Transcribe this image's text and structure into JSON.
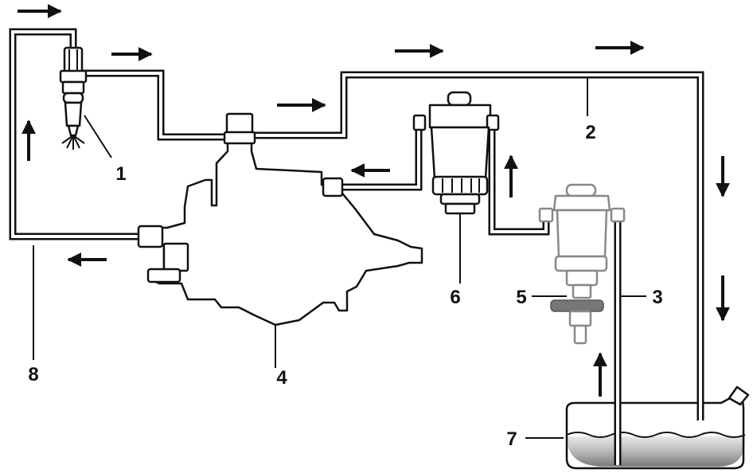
{
  "labels": {
    "injector": "1",
    "return_line": "2",
    "supply_line": "3",
    "injection_pump": "4",
    "hand_primer": "5",
    "fuel_filter": "6",
    "fuel_tank": "7",
    "leak_off_line": "8"
  },
  "icons": {
    "flow_arrow": "flow-arrow-icon"
  },
  "colors": {
    "line": "#111111",
    "secondary_component": "#888888",
    "fuel": "#9a9a9a"
  }
}
